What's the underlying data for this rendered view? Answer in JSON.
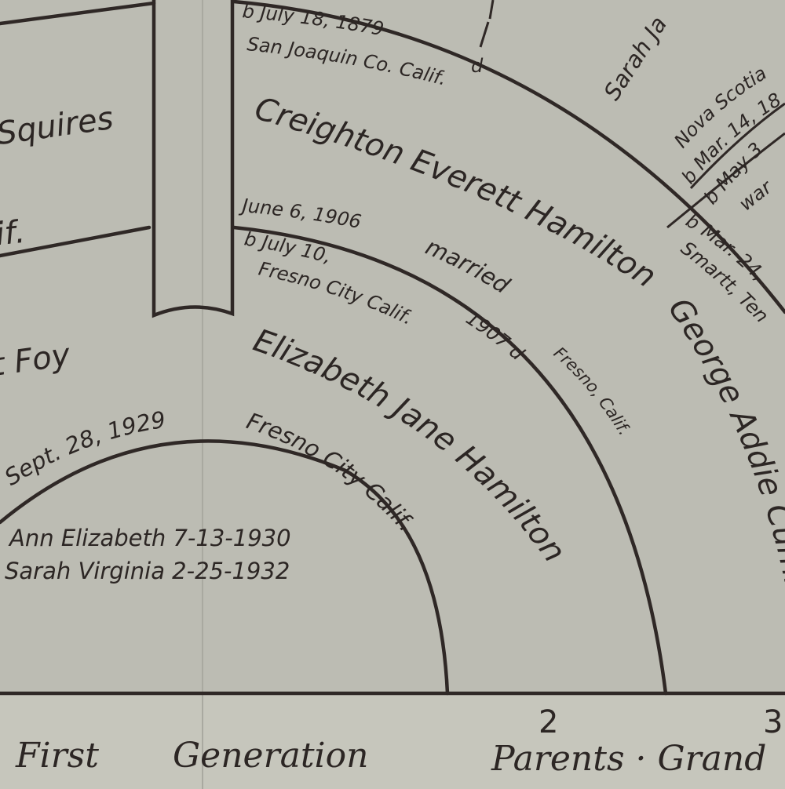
{
  "colors": {
    "paper": "#bcbcb3",
    "ink": "#2c2624",
    "band": "#c3c3ba"
  },
  "chart": {
    "outer_left": {
      "squires": "Squires",
      "calif": "if.",
      "foy": "t Foy"
    },
    "creighton": {
      "birth": "b July 18, 1879",
      "place": "San Joaquin Co. Calif.",
      "death_mark": "d",
      "name": "Creighton Everett Hamilton"
    },
    "marriage": {
      "date": "June 6, 1906",
      "label": "married",
      "place": "Fresno, Calif."
    },
    "elizabeth": {
      "birth": "b July 10,",
      "place": "Fresno City Calif.",
      "year_death": "1907 d",
      "name": "Elizabeth Jane Hamilton"
    },
    "center": {
      "date": "Sept. 28, 1929",
      "place": "Fresno City Calif.",
      "child1": "Ann Elizabeth 7-13-1930",
      "child2": "Sarah Virginia 2-25-1932"
    },
    "right": {
      "sarah": "Sarah Ja",
      "nova": "Nova Scotia",
      "mar14": "b Mar. 14, 18",
      "may": "b May 3",
      "war": "war",
      "mar24": "b Mar. 24,",
      "smartt": "Smartt, Ten",
      "george": "George Addie Cumm"
    },
    "footer": {
      "first": "First",
      "generation": "Generation",
      "num2": "2",
      "parents": "Parents · Grand",
      "num3": "3"
    }
  }
}
